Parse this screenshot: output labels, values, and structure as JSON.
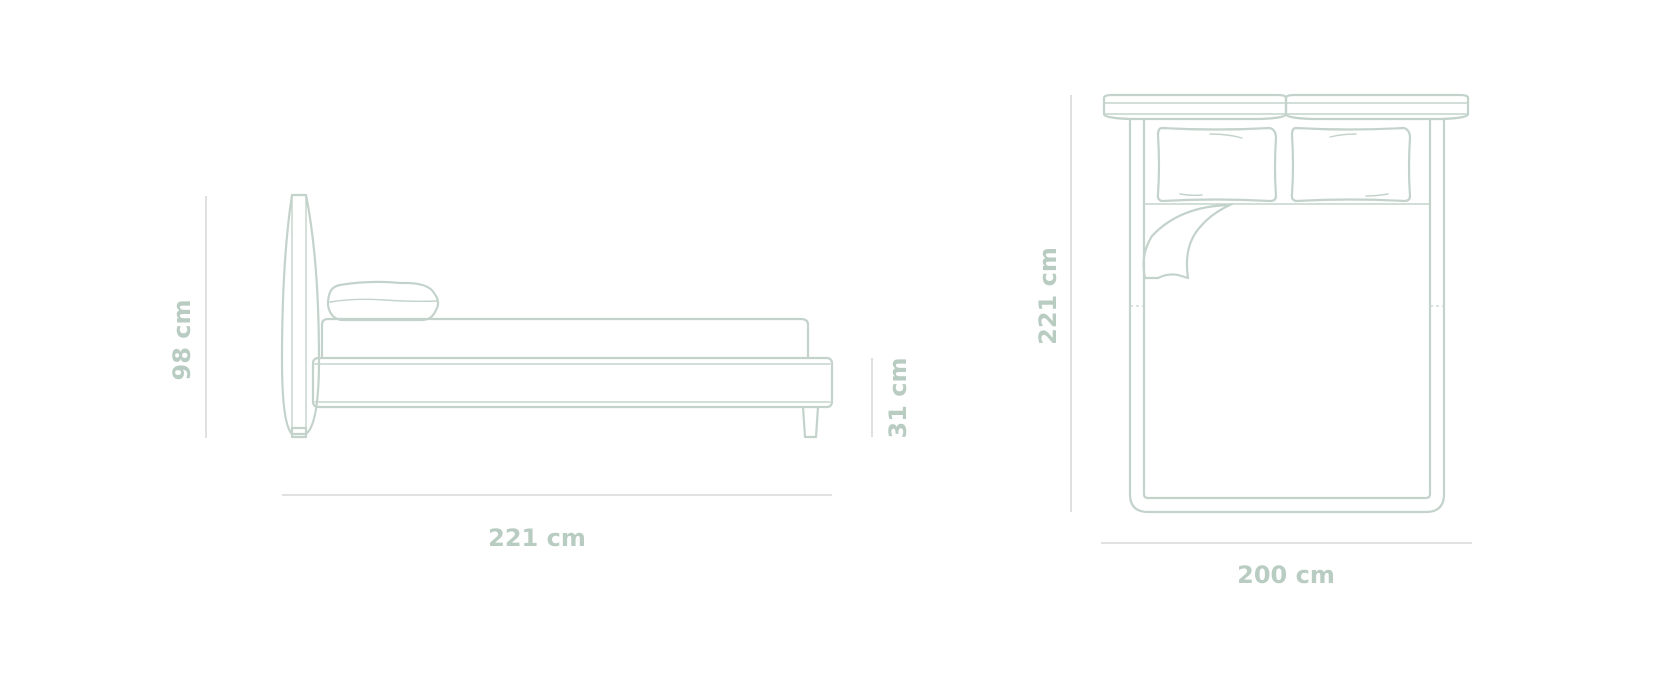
{
  "colors": {
    "line": "#c3d3cb",
    "dimension_line": "#cfcfcf",
    "text": "#b9ccc2",
    "background": "#ffffff"
  },
  "side_view": {
    "headboard_height": "98 cm",
    "bed_height": "31 cm",
    "length": "221 cm"
  },
  "top_view": {
    "length": "221 cm",
    "width": "200 cm"
  }
}
